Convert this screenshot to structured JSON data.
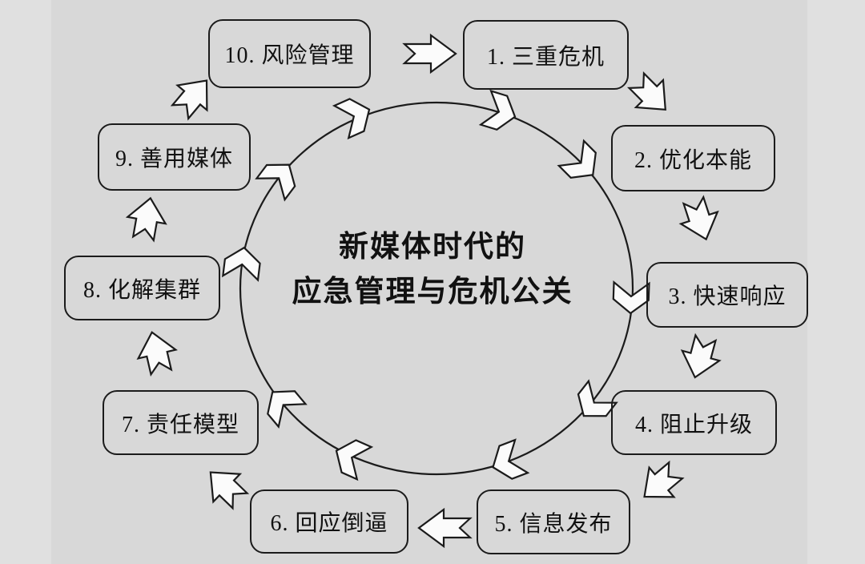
{
  "diagram": {
    "type": "cycle",
    "direction": "clockwise",
    "stage_count": 10,
    "center_title": {
      "line1": "新媒体时代的",
      "line2": "应急管理与危机公关"
    }
  },
  "nodes": [
    {
      "order": 1,
      "label": "1. 三重危机"
    },
    {
      "order": 2,
      "label": "2. 优化本能"
    },
    {
      "order": 3,
      "label": "3. 快速响应"
    },
    {
      "order": 4,
      "label": "4. 阻止升级"
    },
    {
      "order": 5,
      "label": "5. 信息发布"
    },
    {
      "order": 6,
      "label": "6. 回应倒逼"
    },
    {
      "order": 7,
      "label": "7. 责任模型"
    },
    {
      "order": 8,
      "label": "8. 化解集群"
    },
    {
      "order": 9,
      "label": "9. 善用媒体"
    },
    {
      "order": 10,
      "label": "10. 风险管理"
    }
  ],
  "colors": {
    "background_outer": "#e0e0e0",
    "background_panel": "#d8d8d8",
    "box_border": "#1b1b1b",
    "text": "#111111",
    "arrow_fill": "#fbfbfb",
    "arrow_stroke": "#1b1b1b"
  }
}
